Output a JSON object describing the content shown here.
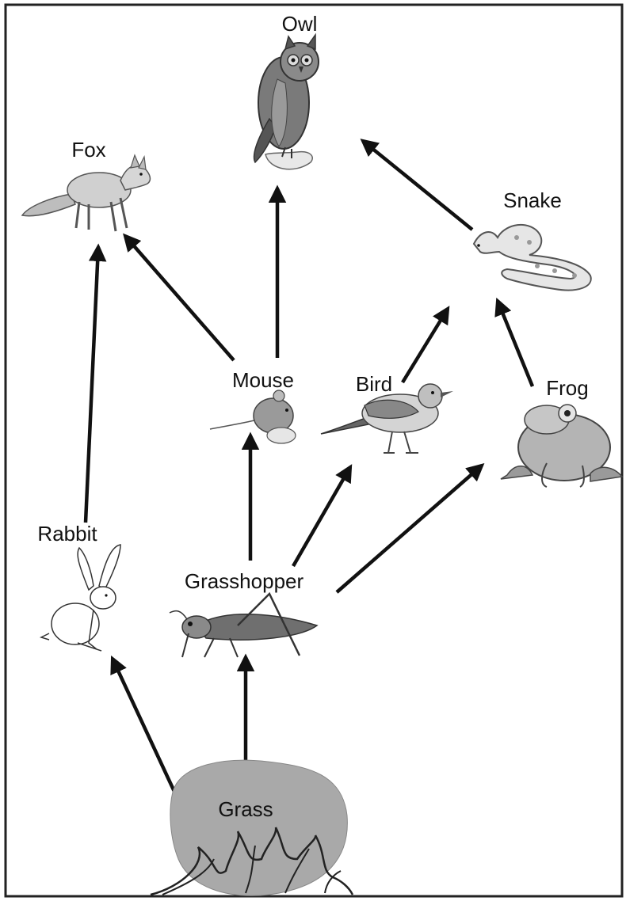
{
  "diagram": {
    "organisms": [
      {
        "id": "owl",
        "label": "Owl",
        "icon": "owl-icon"
      },
      {
        "id": "fox",
        "label": "Fox",
        "icon": "fox-icon"
      },
      {
        "id": "snake",
        "label": "Snake",
        "icon": "snake-icon"
      },
      {
        "id": "mouse",
        "label": "Mouse",
        "icon": "mouse-icon"
      },
      {
        "id": "bird",
        "label": "Bird",
        "icon": "bird-icon"
      },
      {
        "id": "frog",
        "label": "Frog",
        "icon": "frog-icon"
      },
      {
        "id": "rabbit",
        "label": "Rabbit",
        "icon": "rabbit-icon"
      },
      {
        "id": "grasshopper",
        "label": "Grasshopper",
        "icon": "grasshopper-icon"
      },
      {
        "id": "grass",
        "label": "Grass",
        "icon": "grass-icon"
      }
    ],
    "arrows": [
      {
        "from": "grass",
        "to": "rabbit"
      },
      {
        "from": "grass",
        "to": "grasshopper"
      },
      {
        "from": "rabbit",
        "to": "fox"
      },
      {
        "from": "grasshopper",
        "to": "mouse"
      },
      {
        "from": "grasshopper",
        "to": "bird"
      },
      {
        "from": "grasshopper",
        "to": "frog"
      },
      {
        "from": "mouse",
        "to": "fox"
      },
      {
        "from": "mouse",
        "to": "owl"
      },
      {
        "from": "bird",
        "to": "snake"
      },
      {
        "from": "frog",
        "to": "snake"
      },
      {
        "from": "snake",
        "to": "owl"
      }
    ],
    "colors": {
      "border": "#222222",
      "arrow": "#111111",
      "grass_blob": "#a9a9a9",
      "animal_fill": "#d6d6d6",
      "animal_stroke": "#333333"
    }
  }
}
